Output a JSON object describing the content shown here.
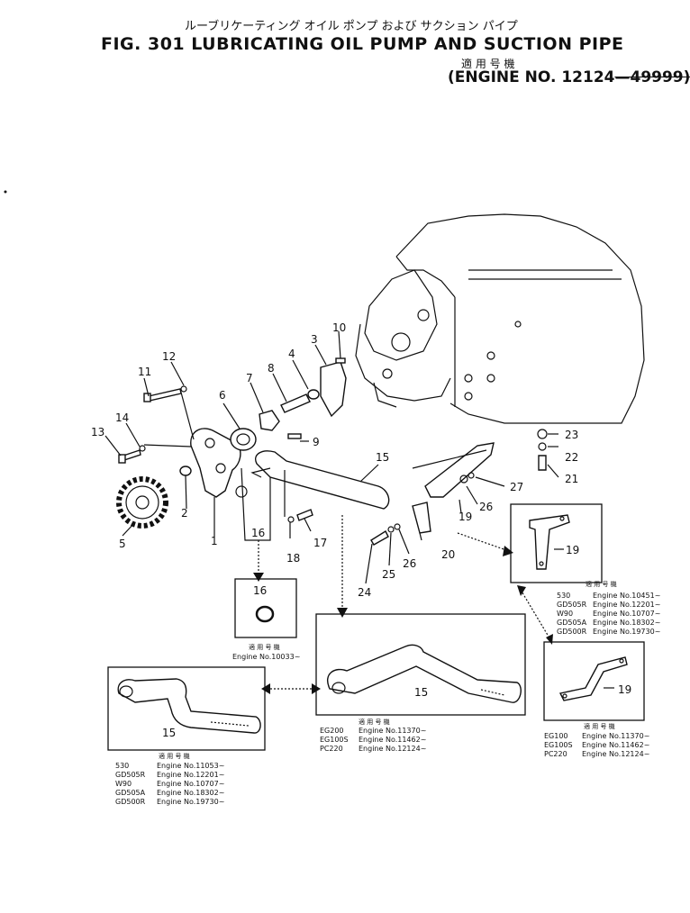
{
  "header": {
    "title_jp": "ルーブリケーティング オイル ポンプ および サクション パイプ",
    "title_en": "FIG. 301  LUBRICATING OIL PUMP AND SUCTION PIPE",
    "applicable_label": "適 用 号 機",
    "engine_range_prefix": "(ENGINE  NO. 12124",
    "engine_range_end": "—49999)"
  },
  "callouts": [
    "1",
    "2",
    "3",
    "4",
    "5",
    "6",
    "7",
    "8",
    "9",
    "10",
    "11",
    "12",
    "13",
    "14",
    "15",
    "16",
    "17",
    "18",
    "19",
    "20",
    "21",
    "22",
    "23",
    "24",
    "25",
    "26",
    "26",
    "27"
  ],
  "insets": {
    "ring16": {
      "part": "16",
      "applicable_label": "適 用 号 機",
      "engine_note": "Engine No.10033~"
    },
    "pipe_center": {
      "part": "15",
      "applicable_label": "適 用 号 機",
      "rows": [
        {
          "model": "EG200",
          "engine": "Engine No.11370~"
        },
        {
          "model": "EG100S",
          "engine": "Engine No.11462~"
        },
        {
          "model": "PC220",
          "engine": "Engine No.12124~"
        }
      ]
    },
    "pipe_left": {
      "part": "15",
      "applicable_label": "適 用 号 機",
      "rows": [
        {
          "model": "530",
          "engine": "Engine No.11053~"
        },
        {
          "model": "GD505R",
          "engine": "Engine No.12201~"
        },
        {
          "model": "W90",
          "engine": "Engine No.10707~"
        },
        {
          "model": "GD505A",
          "engine": "Engine No.18302~"
        },
        {
          "model": "GD500R",
          "engine": "Engine No.19730~"
        }
      ]
    },
    "bracket_top": {
      "part": "19",
      "applicable_label": "適 用 号 機",
      "rows": [
        {
          "model": "530",
          "engine": "Engine No.10451~"
        },
        {
          "model": "GD505R",
          "engine": "Engine No.12201~"
        },
        {
          "model": "W90",
          "engine": "Engine No.10707~"
        },
        {
          "model": "GD505A",
          "engine": "Engine No.18302~"
        },
        {
          "model": "GD500R",
          "engine": "Engine No.19730~"
        }
      ]
    },
    "bracket_bottom": {
      "part": "19",
      "applicable_label": "適 用 号 機",
      "rows": [
        {
          "model": "EG100",
          "engine": "Engine No.11370~"
        },
        {
          "model": "EG100S",
          "engine": "Engine No.11462~"
        },
        {
          "model": "PC220",
          "engine": "Engine No.12124~"
        }
      ]
    }
  }
}
